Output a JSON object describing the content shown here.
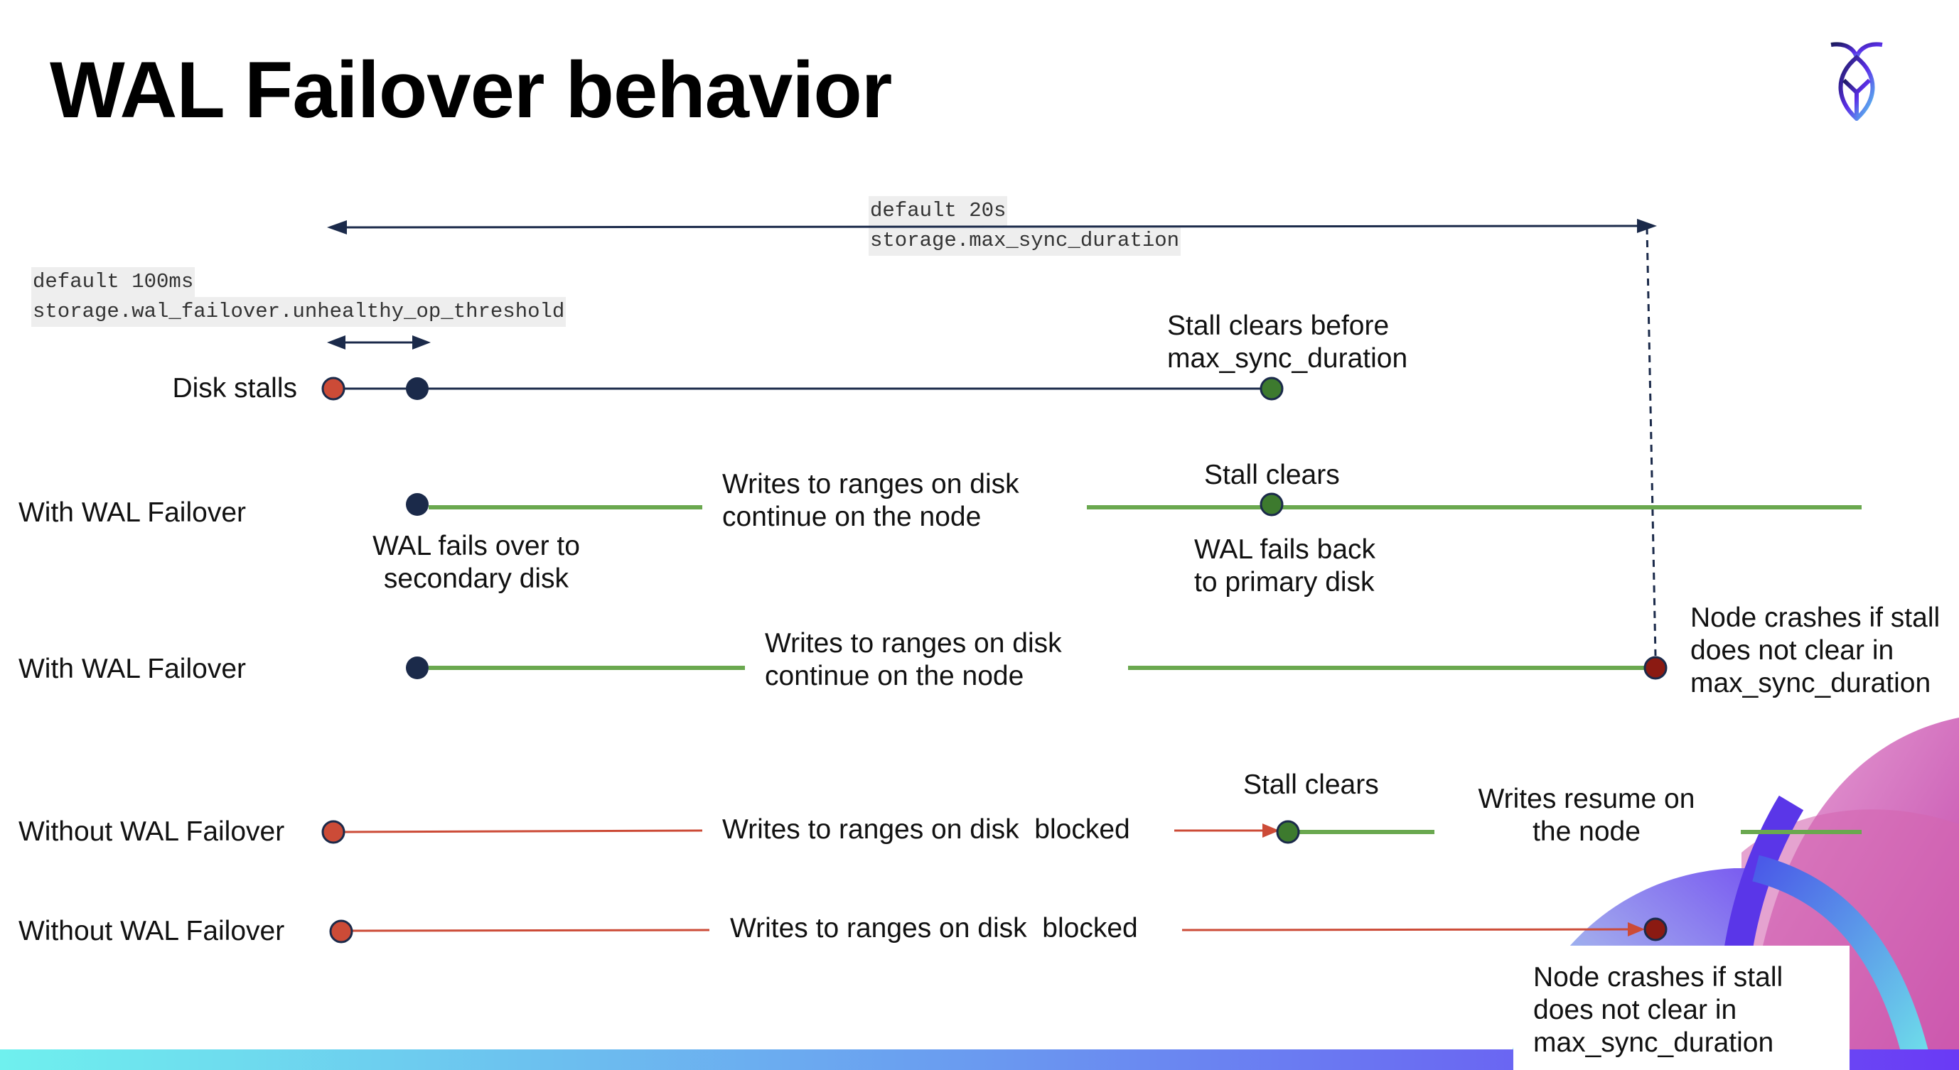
{
  "title": "WAL Failover behavior",
  "settings": {
    "max_sync": {
      "default": "default 20s",
      "name": "storage.max_sync_duration"
    },
    "unhealthy_op": {
      "default": "default 100ms",
      "name": "storage.wal_failover.unhealthy_op_threshold"
    }
  },
  "rows": [
    {
      "label": "Disk stalls",
      "annotation": "Stall clears before max_sync_duration",
      "annotation_lines": [
        "Stall clears before",
        "max_sync_duration"
      ]
    },
    {
      "label": "With WAL Failover",
      "middle": [
        "Writes to ranges on disk",
        "continue on the node"
      ],
      "event": "Stall clears",
      "below_left": [
        "WAL fails over to",
        "secondary disk"
      ],
      "below_right": [
        "WAL fails  back",
        "to primary disk"
      ]
    },
    {
      "label": "With WAL Failover",
      "middle": [
        "Writes to ranges on disk",
        "continue on the node"
      ],
      "end_note": [
        "Node crashes if stall",
        "does not clear in",
        "max_sync_duration"
      ]
    },
    {
      "label": "Without WAL Failover",
      "middle": "Writes to ranges on disk  blocked",
      "event": "Stall clears",
      "after": [
        "Writes resume on",
        "the node"
      ]
    },
    {
      "label": "Without WAL Failover",
      "middle": "Writes to ranges on disk  blocked",
      "end_note": [
        "Node crashes if stall",
        "does not clear in",
        "max_sync_duration"
      ]
    }
  ],
  "colors": {
    "navy": "#1b2a4a",
    "green": "#6aa84f",
    "orange": "#cc4b37",
    "dark_red": "#8b1a12",
    "stall_green": "#3d7a2e"
  },
  "logo": "cockroachdb-logo"
}
